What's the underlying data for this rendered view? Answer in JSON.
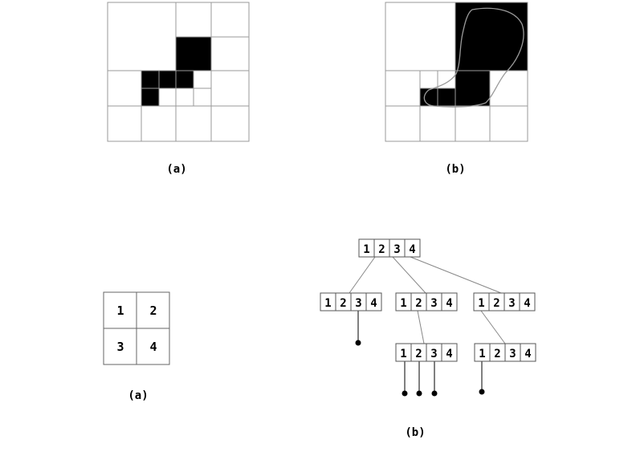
{
  "figure_top": {
    "caption_a": "(a)",
    "caption_b": "(b)"
  },
  "figure_bottom": {
    "caption_a": "(a)",
    "caption_b": "(b)",
    "quadrant_labels": [
      "1",
      "2",
      "3",
      "4"
    ],
    "node_labels": [
      "1",
      "2",
      "3",
      "4"
    ]
  }
}
